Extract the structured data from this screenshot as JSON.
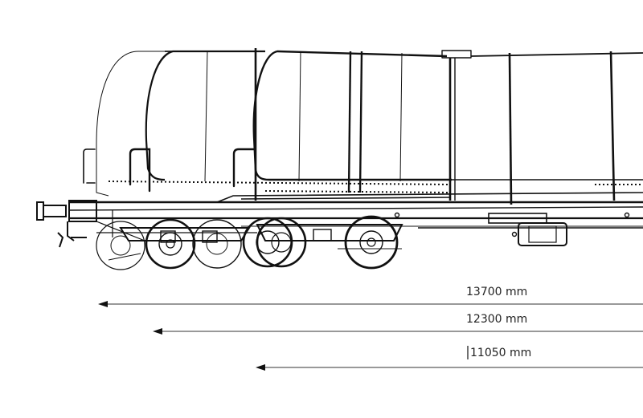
{
  "drawing": {
    "line_color": "#111111",
    "background": "#ffffff"
  },
  "dimensions": [
    {
      "label": "13700 mm"
    },
    {
      "label": "12300 mm"
    },
    {
      "label": "11050 mm"
    }
  ]
}
